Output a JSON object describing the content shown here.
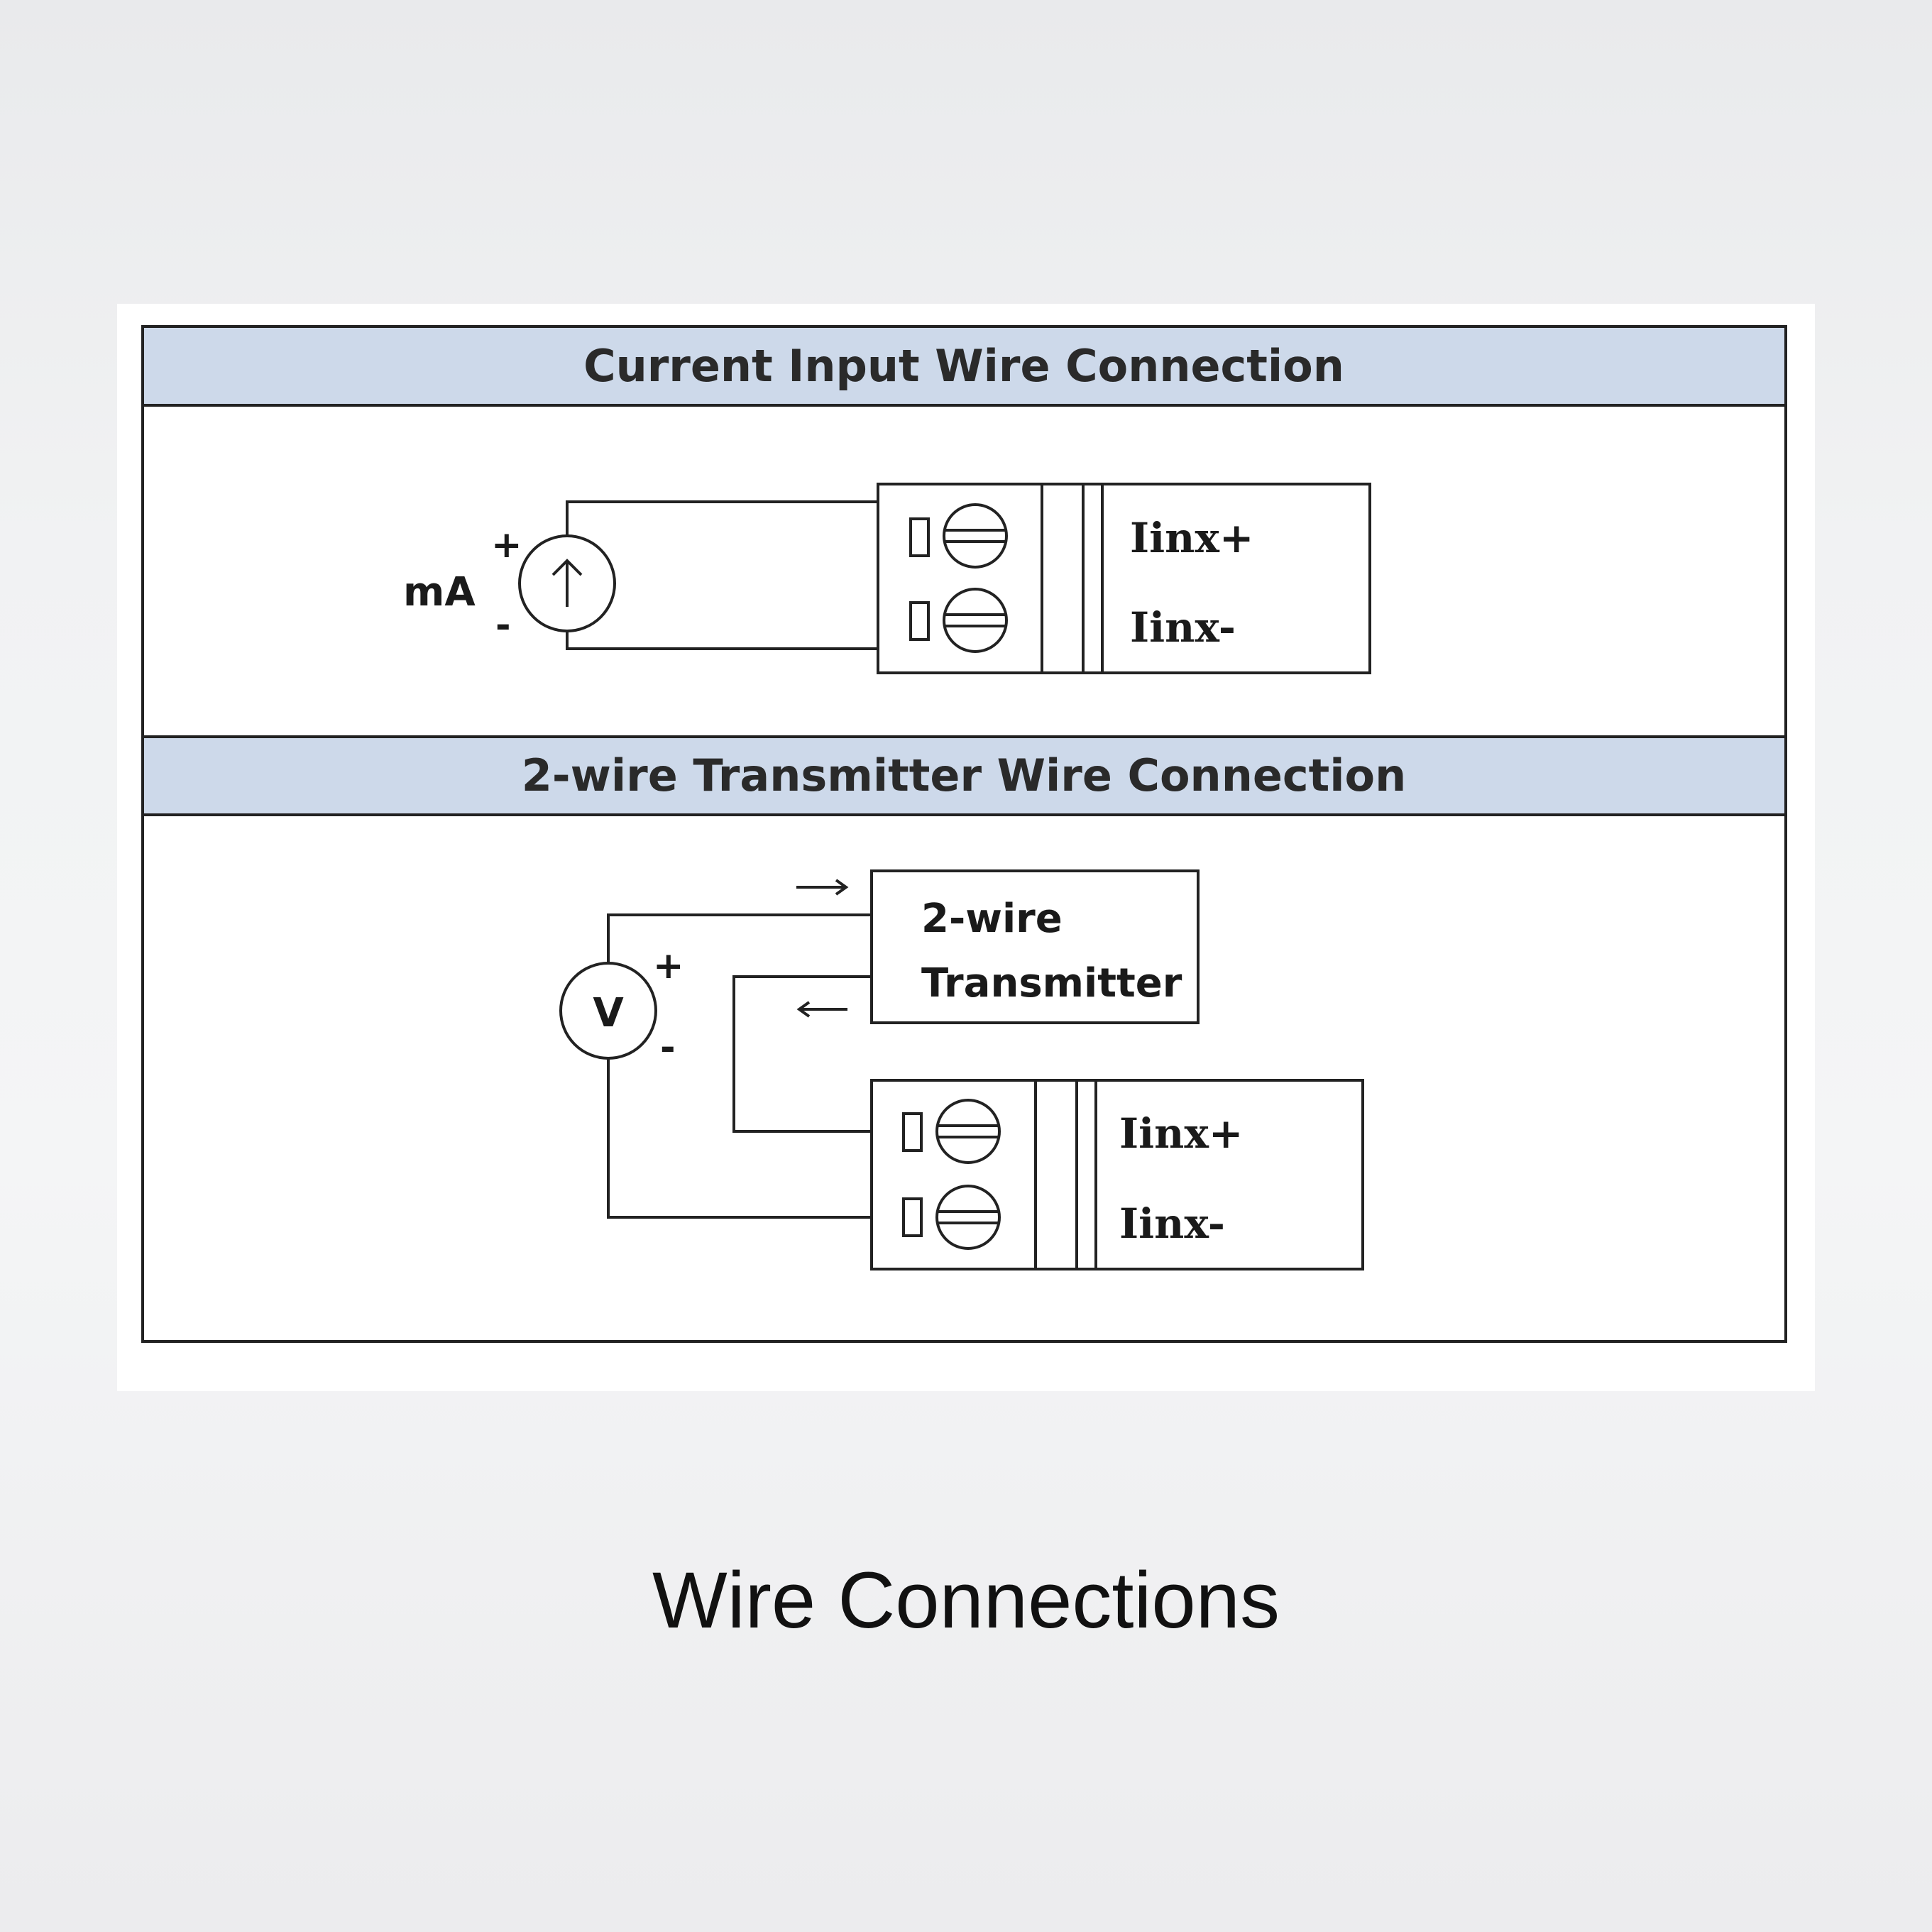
{
  "panel1": {
    "title": "Current Input Wire Connection",
    "source_label": "mA",
    "plus": "+",
    "minus": "-",
    "terminal_top": "Iinx+",
    "terminal_bottom": "Iinx-"
  },
  "panel2": {
    "title": "2-wire Transmitter Wire Connection",
    "source_label": "V",
    "plus": "+",
    "minus": "-",
    "transmitter_line1": "2-wire",
    "transmitter_line2": "Transmitter",
    "terminal_top": "Iinx+",
    "terminal_bottom": "Iinx-"
  },
  "caption": "Wire Connections",
  "colors": {
    "header_fill": "#cdd9ea",
    "line": "#222222"
  }
}
